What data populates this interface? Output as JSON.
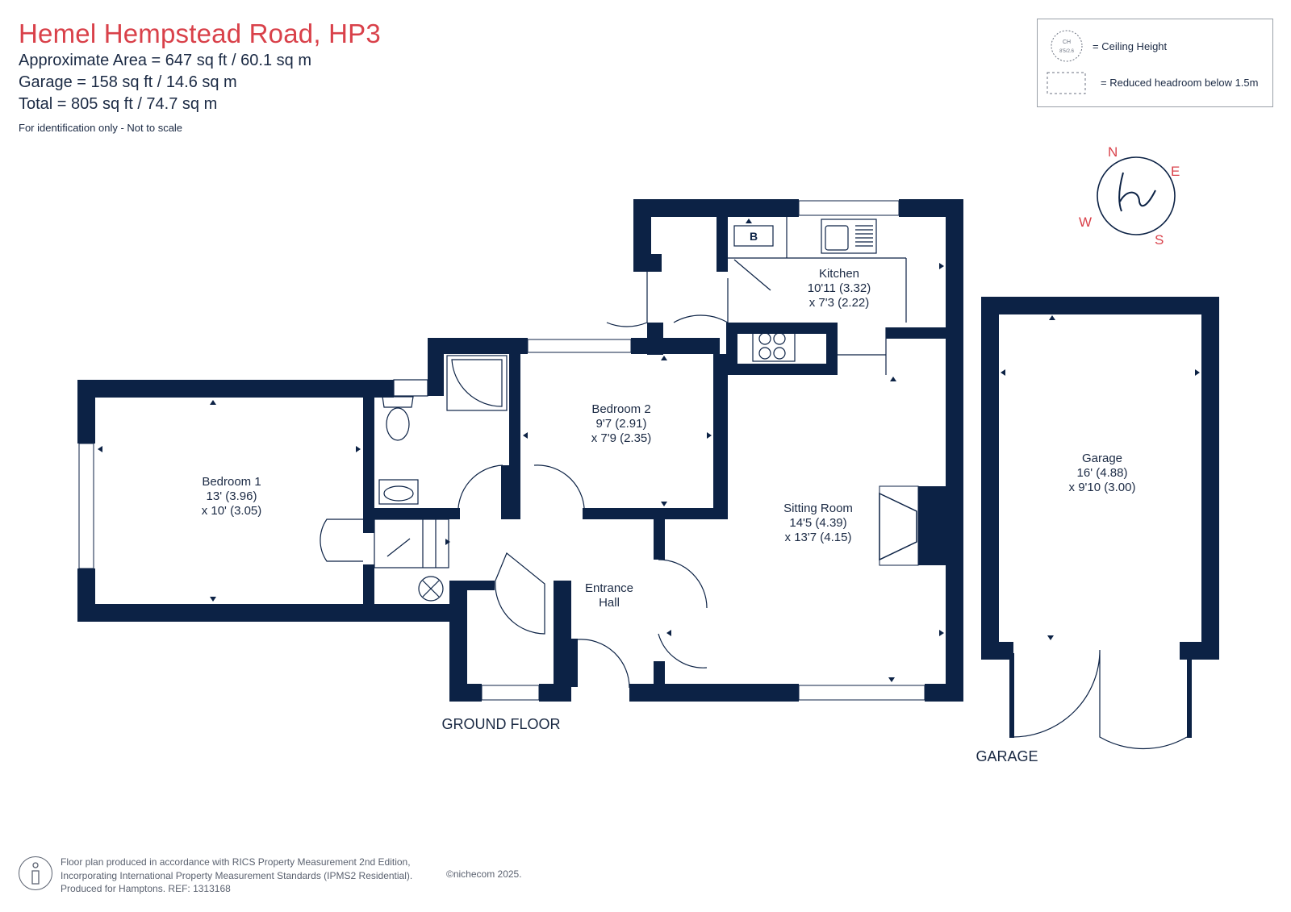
{
  "header": {
    "title": "Hemel Hempstead Road, HP3",
    "approx_area": "Approximate Area = 647 sq ft / 60.1 sq m",
    "garage_area": "Garage = 158 sq ft / 14.6 sq m",
    "total_area": "Total = 805 sq ft / 74.7 sq m",
    "note": "For identification only - Not to scale"
  },
  "legend": {
    "ceiling_badge_top": "CH",
    "ceiling_badge_bottom": "8'5/2.6",
    "ceiling_label": "= Ceiling Height",
    "reduced_label": "= Reduced headroom below 1.5m"
  },
  "compass": {
    "n": "N",
    "e": "E",
    "s": "S",
    "w": "W"
  },
  "rooms": {
    "kitchen": {
      "name": "Kitchen",
      "dim1": "10'11 (3.32)",
      "dim2": "x 7'3 (2.22)"
    },
    "bedroom2": {
      "name": "Bedroom 2",
      "dim1": "9'7 (2.91)",
      "dim2": "x 7'9 (2.35)"
    },
    "bedroom1": {
      "name": "Bedroom 1",
      "dim1": "13' (3.96)",
      "dim2": "x 10' (3.05)"
    },
    "sitting": {
      "name": "Sitting Room",
      "dim1": "14'5 (4.39)",
      "dim2": "x 13'7 (4.15)"
    },
    "hall": {
      "name": "Entrance",
      "name2": "Hall"
    },
    "garage": {
      "name": "Garage",
      "dim1": "16' (4.88)",
      "dim2": "x 9'10 (3.00)"
    },
    "boiler": "B"
  },
  "floor_labels": {
    "ground": "GROUND FLOOR",
    "garage": "GARAGE"
  },
  "footer": {
    "line1": "Floor plan produced in accordance with RICS Property Measurement 2nd Edition,",
    "line2": "Incorporating International Property Measurement Standards (IPMS2 Residential).",
    "line3": "Produced for Hamptons.   REF: 1313168",
    "copyright": "©nichecom 2025."
  },
  "colors": {
    "wall": "#0c2245",
    "title": "#d9414a",
    "compass": "#d9414a"
  }
}
